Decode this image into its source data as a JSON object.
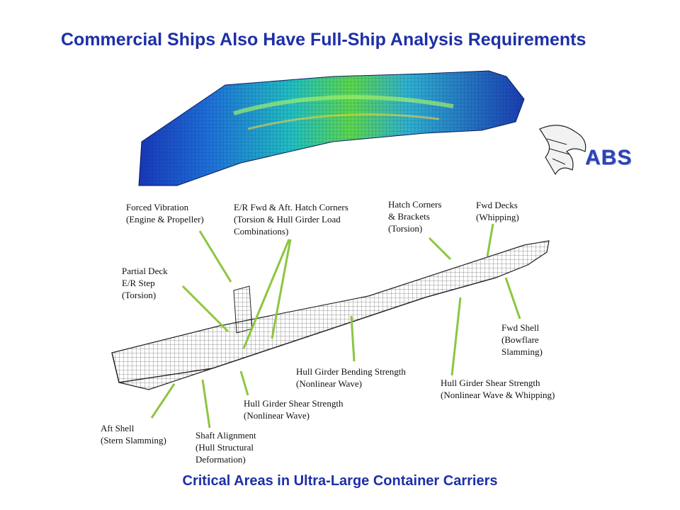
{
  "slide": {
    "title": "Commercial Ships Also Have Full-Ship Analysis Requirements",
    "caption": "Critical Areas in Ultra-Large Container Carriers",
    "logo": {
      "text": "ABS",
      "icon": "eagle-icon",
      "color": "#2b43b8"
    },
    "title_color": "#1d2fa8",
    "arrow_color": "#8cc63f"
  },
  "labels": {
    "forced_vibration": "Forced Vibration\n(Engine & Propeller)",
    "er_hatch_corners": "E/R Fwd & Aft. Hatch Corners\n(Torsion & Hull Girder Load\nCombinations)",
    "hatch_corners_brackets": "Hatch Corners\n& Brackets\n(Torsion)",
    "fwd_decks": "Fwd Decks\n(Whipping)",
    "partial_deck": "Partial Deck\nE/R Step\n(Torsion)",
    "fwd_shell": "Fwd Shell\n(Bowflare\nSlamming)",
    "hull_girder_bending": "Hull Girder Bending Strength\n(Nonlinear Wave)",
    "hull_girder_shear_fwd": "Hull Girder Shear Strength\n(Nonlinear Wave & Whipping)",
    "hull_girder_shear_mid": "Hull Girder Shear Strength\n(Nonlinear Wave)",
    "aft_shell": "Aft Shell\n(Stern Slamming)",
    "shaft_alignment": "Shaft Alignment\n(Hull Structural\nDeformation)"
  }
}
